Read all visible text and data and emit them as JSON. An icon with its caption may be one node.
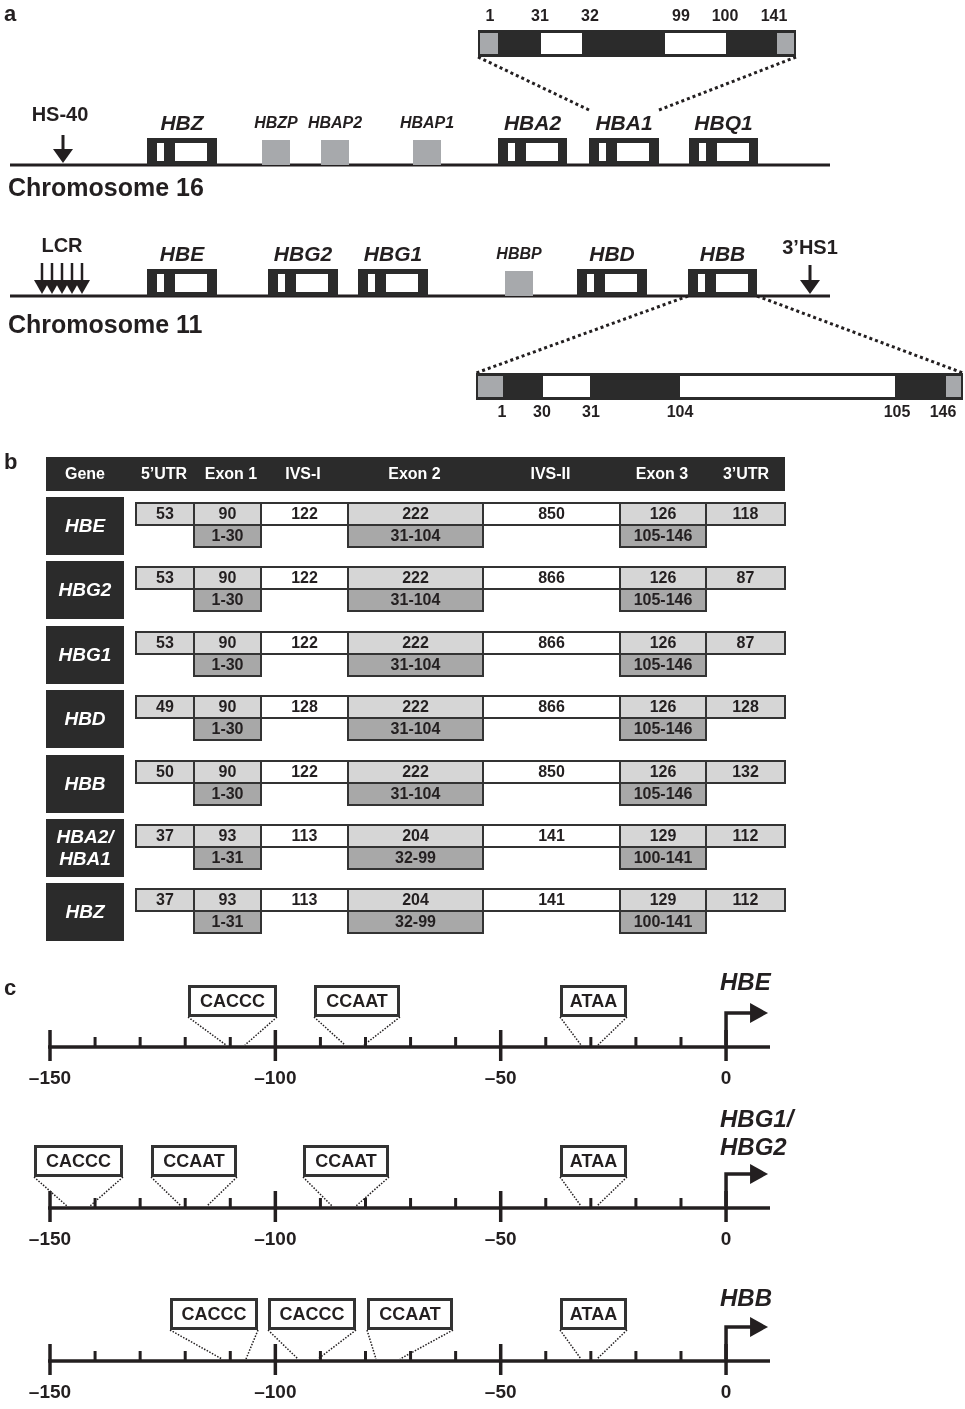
{
  "diagram": {
    "nodes": [
      {
        "text": [],
        "shape": "bar",
        "beside": [
          "1",
          "31",
          "32",
          "99",
          "100",
          "141"
        ]
      },
      {
        "text": [
          "HBZ"
        ]
      },
      {
        "text": [
          "HBZP"
        ]
      },
      {
        "text": [
          "HBAP2"
        ]
      },
      {
        "text": [
          "HBAP1"
        ]
      },
      {
        "text": [
          "HBA2"
        ]
      },
      {
        "text": [
          "HBA1"
        ]
      },
      {
        "text": [
          "HBQ1"
        ]
      },
      {
        "text": [
          "HBE"
        ]
      },
      {
        "text": [
          "HBG2"
        ]
      },
      {
        "text": [
          "HBG1"
        ]
      },
      {
        "text": [
          "HBBP"
        ]
      },
      {
        "text": [
          "HBD"
        ]
      },
      {
        "text": [
          "HBB"
        ]
      },
      {
        "text": [],
        "shape": "bar",
        "beside": [
          "1",
          "30",
          "31",
          "104",
          "105",
          "146"
        ]
      },
      {
        "text": [
          "HBE"
        ]
      },
      {
        "text": [
          "HBG2"
        ]
      },
      {
        "text": [
          "HBG1"
        ]
      },
      {
        "text": [
          "HBD"
        ]
      },
      {
        "text": [
          "HBB"
        ]
      },
      {
        "text": [
          "HBA2/ HBA1"
        ]
      },
      {
        "text": [
          "HBZ"
        ]
      },
      {
        "text": [
          "CACCC"
        ]
      },
      {
        "text": [
          "CCAAT"
        ]
      },
      {
        "text": [
          "ATAA"
        ]
      },
      {
        "text": [
          "CACCC"
        ]
      },
      {
        "text": [
          "CCAAT"
        ]
      },
      {
        "text": [
          "CCAAT"
        ]
      },
      {
        "text": [
          "ATAA"
        ]
      },
      {
        "text": [
          "CACCC"
        ]
      },
      {
        "text": [
          "CACCC"
        ]
      },
      {
        "text": [
          "CCAAT"
        ]
      },
      {
        "text": [
          "ATAA"
        ]
      }
    ],
    "edges": [
      {
        "from": 6,
        "to": 0,
        "arrow": "none",
        "style": "dashed"
      },
      {
        "from": 6,
        "to": 0,
        "arrow": "none",
        "style": "dashed"
      },
      {
        "from": 13,
        "to": 14,
        "arrow": "none",
        "style": "dashed"
      },
      {
        "from": 13,
        "to": 14,
        "arrow": "none",
        "style": "dashed"
      },
      {
        "from": 22,
        "to": null,
        "arrow": "none",
        "style": "dashed"
      },
      {
        "from": 22,
        "to": null,
        "arrow": "none",
        "style": "dashed"
      },
      {
        "from": 23,
        "to": null,
        "arrow": "none",
        "style": "dashed"
      },
      {
        "from": 23,
        "to": null,
        "arrow": "none",
        "style": "dashed"
      },
      {
        "from": 24,
        "to": null,
        "arrow": "none",
        "style": "dashed"
      },
      {
        "from": 24,
        "to": null,
        "arrow": "none",
        "style": "dashed"
      },
      {
        "from": 25,
        "to": null,
        "arrow": "none",
        "style": "dashed"
      },
      {
        "from": 25,
        "to": null,
        "arrow": "none",
        "style": "dashed"
      },
      {
        "from": 26,
        "to": null,
        "arrow": "none",
        "style": "dashed"
      },
      {
        "from": 26,
        "to": null,
        "arrow": "none",
        "style": "dashed"
      },
      {
        "from": 27,
        "to": null,
        "arrow": "none",
        "style": "dashed"
      },
      {
        "from": 27,
        "to": null,
        "arrow": "none",
        "style": "dashed"
      },
      {
        "from": 28,
        "to": null,
        "arrow": "none",
        "style": "dashed"
      },
      {
        "from": 28,
        "to": null,
        "arrow": "none",
        "style": "dashed"
      },
      {
        "from": 29,
        "to": null,
        "arrow": "none",
        "style": "dashed"
      },
      {
        "from": 29,
        "to": null,
        "arrow": "none",
        "style": "dashed"
      },
      {
        "from": 30,
        "to": null,
        "arrow": "none",
        "style": "dashed"
      },
      {
        "from": 30,
        "to": null,
        "arrow": "none",
        "style": "dashed"
      },
      {
        "from": 31,
        "to": null,
        "arrow": "none",
        "style": "dashed"
      },
      {
        "from": 31,
        "to": null,
        "arrow": "none",
        "style": "dashed"
      },
      {
        "from": 32,
        "to": null,
        "arrow": "none",
        "style": "dashed"
      },
      {
        "from": 32,
        "to": null,
        "arrow": "none",
        "style": "dashed"
      }
    ],
    "labels": [
      "a",
      "HS-40",
      "Chromosome 16",
      "LCR",
      "3’HS1",
      "Chromosome 11",
      "b",
      "Gene",
      "5’UTR",
      "Exon 1",
      "IVS-I",
      "Exon 2",
      "IVS-II",
      "Exon 3",
      "3’UTR",
      "53",
      "90",
      "122",
      "222",
      "850",
      "126",
      "118",
      "1-30",
      "31-104",
      "105-146",
      "53",
      "90",
      "122",
      "222",
      "866",
      "126",
      "87",
      "1-30",
      "31-104",
      "105-146",
      "53",
      "90",
      "122",
      "222",
      "866",
      "126",
      "87",
      "1-30",
      "31-104",
      "105-146",
      "49",
      "90",
      "128",
      "222",
      "866",
      "126",
      "128",
      "1-30",
      "31-104",
      "105-146",
      "50",
      "90",
      "122",
      "222",
      "850",
      "126",
      "132",
      "1-30",
      "31-104",
      "105-146",
      "37",
      "93",
      "113",
      "204",
      "141",
      "129",
      "112",
      "1-31",
      "32-99",
      "100-141",
      "37",
      "93",
      "113",
      "204",
      "141",
      "129",
      "112",
      "1-31",
      "32-99",
      "100-141",
      "c",
      "HBE",
      "–150",
      "–100",
      "–50",
      "0",
      "HBG1/ HBG2",
      "–150",
      "–100",
      "–50",
      "0",
      "HBB",
      "–150",
      "–100",
      "–50",
      "0"
    ]
  }
}
